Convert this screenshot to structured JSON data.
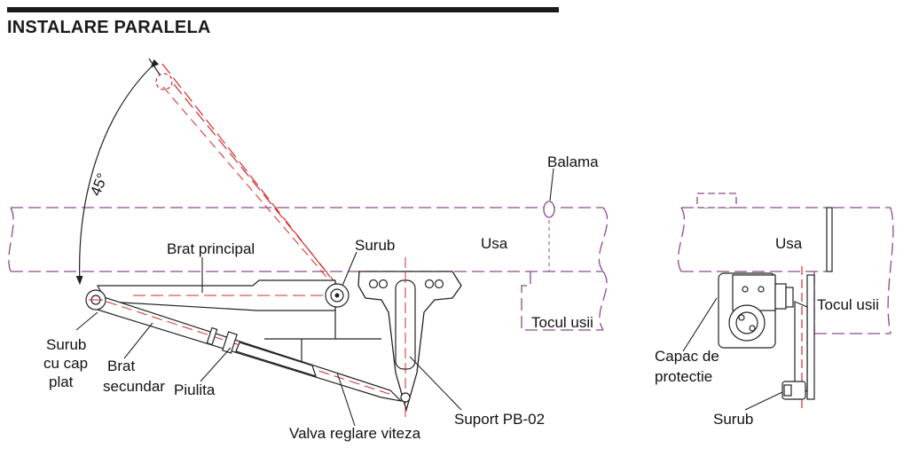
{
  "title": "INSTALARE PARALELA",
  "colors": {
    "outline": "#222222",
    "door": "#8c4a8c",
    "centerline": "#d42a2a",
    "title": "#1a1a1a"
  },
  "main_view": {
    "angle": "45°",
    "labels": {
      "balama": "Balama",
      "usa": "Usa",
      "surub_top": "Surub",
      "brat_principal": "Brat principal",
      "tocul_usii": "Tocul usii",
      "surub_cap_line1": "Surub",
      "surub_cap_line2": "cu cap",
      "surub_cap_line3": "plat",
      "brat_secundar_line1": "Brat",
      "brat_secundar_line2": "secundar",
      "piulita": "Piulita",
      "valva": "Valva reglare viteza",
      "suport": "Suport PB-02"
    }
  },
  "side_view": {
    "labels": {
      "usa": "Usa",
      "tocul_usii": "Tocul usii",
      "capac_line1": "Capac de",
      "capac_line2": "protectie",
      "surub": "Surub"
    }
  }
}
